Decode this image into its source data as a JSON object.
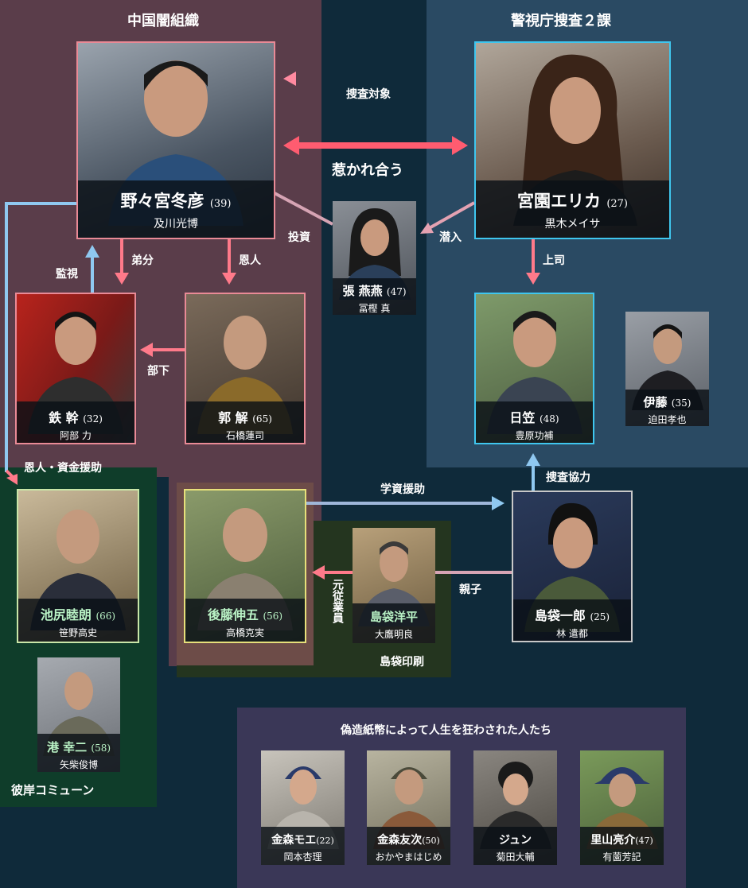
{
  "colors": {
    "bg": "#0f2a3a",
    "mafia_region": "#5a3d4a",
    "police_region": "#2a4a63",
    "higan_region": "#0f3d2a",
    "print_region": "#24351f",
    "victims_region": "#3a3757",
    "pink": "#ff7a8a",
    "blue": "#8fc8f0",
    "cyan_border": "#3fc6ee",
    "pink_border": "#e98a96",
    "yellow_border": "#e7e07a",
    "green_border": "#c9e6a8",
    "gray_border": "#c8c8c8",
    "green_name": "#b9f2c5"
  },
  "regions": {
    "mafia": "中国闇組織",
    "police": "警視庁捜査２課",
    "higan": "彼岸コミューン",
    "print": "島袋印刷",
    "victims": "偽造紙幣によって人生を狂わされた人たち"
  },
  "people": {
    "nonomiya": {
      "name": "野々宮冬彦",
      "age": "(39)",
      "actor": "及川光博"
    },
    "miyazono": {
      "name": "宮園エリカ",
      "age": "(27)",
      "actor": "黒木メイサ"
    },
    "chang": {
      "name": "張 燕燕",
      "age": "(47)",
      "actor": "冨樫 真"
    },
    "tetsu": {
      "name": "鉄 幹",
      "age": "(32)",
      "actor": "阿部 力"
    },
    "kaku": {
      "name": "郭 解",
      "age": "(65)",
      "actor": "石橋蓮司"
    },
    "hikasa": {
      "name": "日笠",
      "age": "(48)",
      "actor": "豊原功補"
    },
    "ito": {
      "name": "伊藤",
      "age": "(35)",
      "actor": "迫田孝也"
    },
    "ikejiri": {
      "name": "池尻睦朗",
      "age": "(66)",
      "actor": "笹野高史"
    },
    "goto": {
      "name": "後藤伸五",
      "age": "(56)",
      "actor": "高橋克実"
    },
    "yohei": {
      "name": "島袋洋平",
      "age": "",
      "actor": "大鷹明良"
    },
    "ichiro": {
      "name": "島袋一郎",
      "age": "(25)",
      "actor": "林 遣都"
    },
    "minato": {
      "name": "港 幸二",
      "age": "(58)",
      "actor": "矢柴俊博"
    },
    "moe": {
      "name": "金森モエ",
      "age": "(22)",
      "actor": "岡本杏理"
    },
    "tomoji": {
      "name": "金森友次",
      "age": "(50)",
      "actor": "おかやまはじめ"
    },
    "jun": {
      "name": "ジュン",
      "age": "",
      "actor": "菊田大輔"
    },
    "satoyama": {
      "name": "里山亮介",
      "age": "(47)",
      "actor": "有薗芳記"
    }
  },
  "relations": {
    "sousa_taisho": "捜査対象",
    "hikareau": "惹かれ合う",
    "toushi": "投資",
    "sennyu": "潜入",
    "joushi": "上司",
    "otouto": "弟分",
    "onjin": "恩人",
    "kanshi": "監視",
    "buka": "部下",
    "onjin_shikin": "恩人・資金援助",
    "gakushi": "学資援助",
    "sousa_kyoryoku": "捜査協力",
    "oyako": "親子",
    "moto_jugyoin": "元従業員"
  }
}
